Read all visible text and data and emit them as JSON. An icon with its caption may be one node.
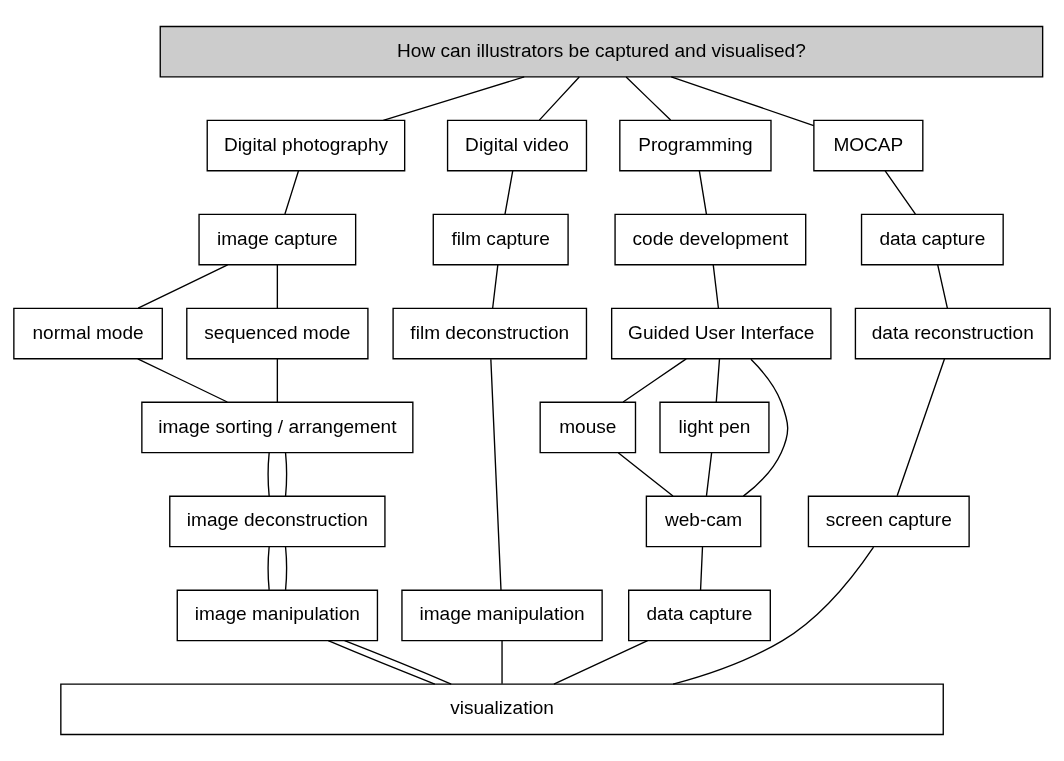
{
  "diagram": {
    "nodes": [
      {
        "text": [
          "How can illustrators be captured and visualised?"
        ]
      },
      {
        "text": [
          "Digital photography"
        ]
      },
      {
        "text": [
          "Digital video"
        ]
      },
      {
        "text": [
          "Programming"
        ]
      },
      {
        "text": [
          "MOCAP"
        ]
      },
      {
        "text": [
          "image capture"
        ]
      },
      {
        "text": [
          "film capture"
        ]
      },
      {
        "text": [
          "code development"
        ]
      },
      {
        "text": [
          "data capture"
        ]
      },
      {
        "text": [
          "normal mode"
        ]
      },
      {
        "text": [
          "sequenced mode"
        ]
      },
      {
        "text": [
          "Guided User Interface"
        ]
      },
      {
        "text": [
          "data reconstruction"
        ]
      },
      {
        "text": [
          "mouse"
        ]
      },
      {
        "text": [
          "light pen"
        ]
      },
      {
        "text": [
          "screen capture"
        ]
      },
      {
        "text": [
          "image sorting / arrangement"
        ]
      },
      {
        "text": [
          "film deconstruction"
        ]
      },
      {
        "text": [
          "web-cam"
        ]
      },
      {
        "text": [
          "image deconstruction"
        ]
      },
      {
        "text": [
          "image manipulation"
        ]
      },
      {
        "text": [
          "data capture"
        ]
      },
      {
        "text": [
          "image manipulation"
        ]
      },
      {
        "text": [
          "visualization"
        ]
      }
    ],
    "edges": [
      {
        "from": 0,
        "to": 1,
        "arrow": "none"
      },
      {
        "from": 0,
        "to": 2,
        "arrow": "none"
      },
      {
        "from": 0,
        "to": 3,
        "arrow": "none"
      },
      {
        "from": 0,
        "to": 4,
        "arrow": "none"
      },
      {
        "from": 1,
        "to": 5,
        "arrow": "none"
      },
      {
        "from": 5,
        "to": 9,
        "arrow": "none"
      },
      {
        "from": 5,
        "to": 10,
        "arrow": "none"
      },
      {
        "from": 9,
        "to": 16,
        "arrow": "none"
      },
      {
        "from": 10,
        "to": 16,
        "arrow": "none"
      },
      {
        "from": 16,
        "to": 19,
        "arrow": "none"
      },
      {
        "from": 16,
        "to": 19,
        "arrow": "none"
      },
      {
        "from": 19,
        "to": 22,
        "arrow": "none"
      },
      {
        "from": 19,
        "to": 22,
        "arrow": "none"
      },
      {
        "from": 22,
        "to": 23,
        "arrow": "none"
      },
      {
        "from": 22,
        "to": 23,
        "arrow": "none"
      },
      {
        "from": 2,
        "to": 6,
        "arrow": "none"
      },
      {
        "from": 6,
        "to": 17,
        "arrow": "none"
      },
      {
        "from": 17,
        "to": 20,
        "arrow": "none"
      },
      {
        "from": 20,
        "to": 23,
        "arrow": "none"
      },
      {
        "from": 3,
        "to": 7,
        "arrow": "none"
      },
      {
        "from": 7,
        "to": 11,
        "arrow": "none"
      },
      {
        "from": 11,
        "to": 13,
        "arrow": "none"
      },
      {
        "from": 11,
        "to": 18,
        "arrow": "none"
      },
      {
        "from": 11,
        "to": 14,
        "arrow": "none"
      },
      {
        "from": 13,
        "to": 18,
        "arrow": "none"
      },
      {
        "from": 14,
        "to": 18,
        "arrow": "none"
      },
      {
        "from": 18,
        "to": 21,
        "arrow": "none"
      },
      {
        "from": 21,
        "to": 23,
        "arrow": "none"
      },
      {
        "from": 4,
        "to": 8,
        "arrow": "none"
      },
      {
        "from": 8,
        "to": 12,
        "arrow": "none"
      },
      {
        "from": 12,
        "to": 15,
        "arrow": "none"
      },
      {
        "from": 15,
        "to": 23,
        "arrow": "none"
      }
    ]
  }
}
